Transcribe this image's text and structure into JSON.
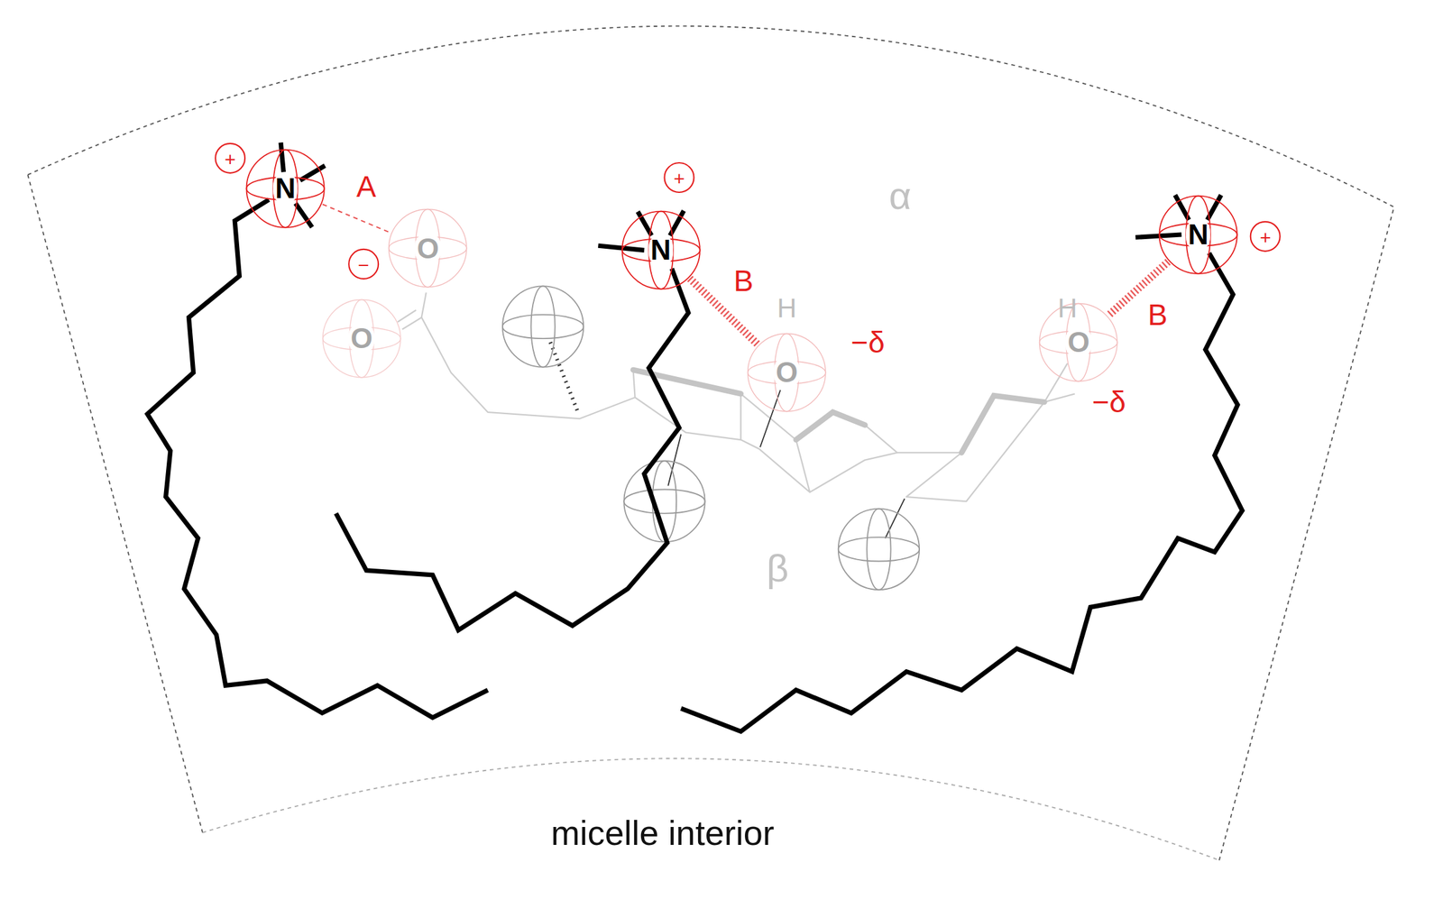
{
  "diagram": {
    "nodes": [
      {
        "text": [
          "N"
        ]
      },
      {
        "text": [
          "O"
        ]
      },
      {
        "text": [
          "O"
        ]
      },
      {
        "text": [
          "N"
        ]
      },
      {
        "text": [
          "O"
        ]
      },
      {
        "text": [
          "O"
        ]
      },
      {
        "text": [
          "N"
        ]
      }
    ],
    "edges": [
      {
        "from": 0,
        "to": 1,
        "label": "A",
        "arrow": "none"
      },
      {
        "from": 3,
        "to": 4,
        "label": "B",
        "arrow": "none"
      },
      {
        "from": 6,
        "to": 5,
        "label": "B",
        "arrow": "none"
      }
    ],
    "labels": [
      "+",
      "α",
      "+",
      "+",
      "−",
      "H",
      "H",
      "−δ",
      "−δ",
      "β",
      "micelle interior"
    ]
  }
}
